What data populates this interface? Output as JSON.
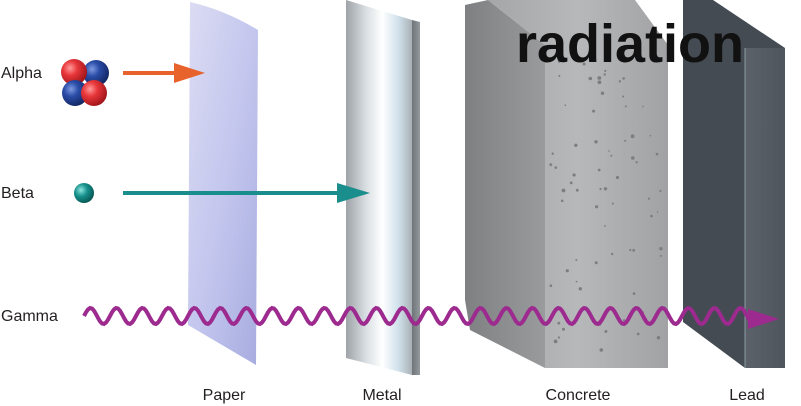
{
  "title": "radiation",
  "radiation_types": [
    {
      "label": "Alpha",
      "color": "#e8622c",
      "stops_at": "Paper"
    },
    {
      "label": "Beta",
      "color": "#1a8e8c",
      "stops_at": "Metal"
    },
    {
      "label": "Gamma",
      "color": "#9c2a8f",
      "stops_at": "Lead"
    }
  ],
  "barriers": [
    {
      "label": "Paper",
      "color": "#b9bde8"
    },
    {
      "label": "Metal",
      "color": "#d8e4ec"
    },
    {
      "label": "Concrete",
      "color": "#9a9a9a"
    },
    {
      "label": "Lead",
      "color": "#5d636a"
    }
  ]
}
